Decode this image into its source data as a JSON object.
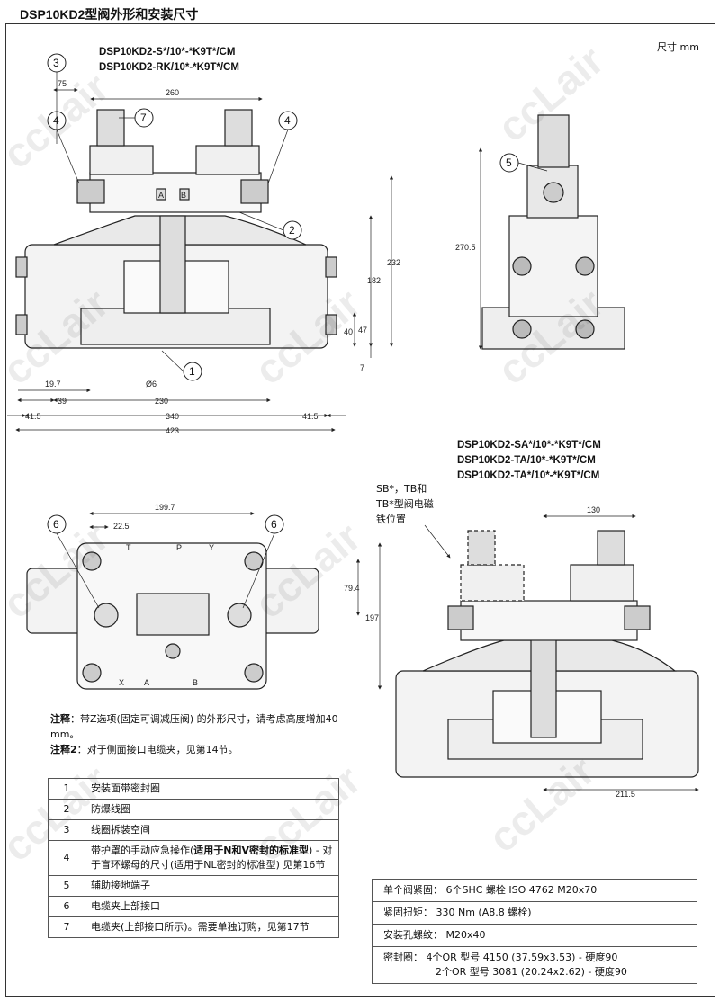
{
  "page_title": "DSP10KD2型阀外形和安装尺寸",
  "unit": "尺寸 mm",
  "models_top": [
    "DSP10KD2-S*/10*-*K9T*/CM",
    "DSP10KD2-RK/10*-*K9T*/CM"
  ],
  "models_lower": [
    "DSP10KD2-SA*/10*-*K9T*/CM",
    "DSP10KD2-TA/10*-*K9T*/CM",
    "DSP10KD2-TA*/10*-*K9T*/CM"
  ],
  "sb_note": [
    "SB*，TB和",
    "TB*型阀电磁",
    "铁位置"
  ],
  "watermark": "ccLair",
  "dims": {
    "d75": "75",
    "d260": "260",
    "d232": "232",
    "d182": "182",
    "d40": "40",
    "d47": "47",
    "d7": "7",
    "d19_7": "19.7",
    "d39": "39",
    "d230": "230",
    "d41_5a": "41.5",
    "d340": "340",
    "d41_5b": "41.5",
    "d423": "423",
    "d6": "Ø6",
    "d270_5": "270.5",
    "d199_7": "199.7",
    "d22_5": "22.5",
    "d79_4": "79.4",
    "d197": "197",
    "d130": "130",
    "d211_5": "211.5"
  },
  "callouts": {
    "c1": "1",
    "c2": "2",
    "c3": "3",
    "c4a": "4",
    "c4b": "4",
    "c5": "5",
    "c6a": "6",
    "c6b": "6",
    "c7": "7"
  },
  "port_labels": {
    "a": "A",
    "b": "B",
    "x": "X",
    "p": "P",
    "t": "T",
    "y": "Y"
  },
  "notes": {
    "n1_label": "注释",
    "n1_text": "：带Z选项(固定可调减压阀) 的外形尺寸，请考虑高度增加40 mm。",
    "n2_label": "注释2",
    "n2_text": "：对于侧面接口电缆夹，见第14节。"
  },
  "parts": [
    {
      "no": "1",
      "desc": "安装面带密封圈"
    },
    {
      "no": "2",
      "desc": "防爆线圈"
    },
    {
      "no": "3",
      "desc": "线圈拆装空间"
    },
    {
      "no": "4",
      "desc_pre": "带护罩的手动应急操作(",
      "desc_bold": "适用于N和V密封的标准型",
      "desc_post": ") - 对于盲环螺母的尺寸(适用于NL密封的标准型) 见第16节"
    },
    {
      "no": "5",
      "desc": "辅助接地端子"
    },
    {
      "no": "6",
      "desc": "电缆夹上部接口"
    },
    {
      "no": "7",
      "desc": "电缆夹(上部接口所示)。需要单独订购，见第17节"
    }
  ],
  "specs": {
    "bolts": "单个阀紧固：  6个SHC 螺栓 ISO 4762 M20x70",
    "torque": "紧固扭矩：  330 Nm (A8.8 螺栓)",
    "thread": "安装孔螺纹：   M20x40",
    "seal1": "密封圈：  4个OR 型号 4150 (37.59x3.53)  - 硬度90",
    "seal2": "2个OR 型号 3081 (20.24x2.62) - 硬度90"
  }
}
